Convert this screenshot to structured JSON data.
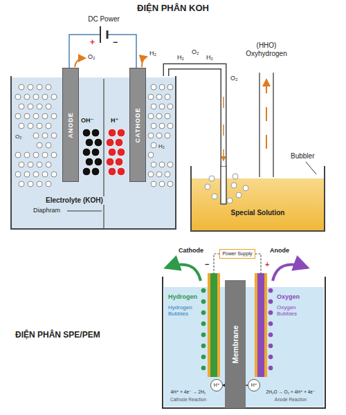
{
  "diagram": {
    "title": "ĐIỆN PHÂN KOH",
    "nodes": [
      {
        "text": [
          "Electrolyte (KOH)"
        ]
      },
      {
        "text": [
          "ANODE"
        ],
        "in": 0
      },
      {
        "text": [
          "CATHODE"
        ],
        "in": 0
      },
      {
        "text": [
          "Special Solution"
        ]
      },
      {
        "text": [
          "Power Supply"
        ]
      },
      {
        "text": [
          "Cathode"
        ]
      },
      {
        "text": [
          "Membrane"
        ]
      },
      {
        "text": [
          "Anode"
        ]
      },
      {
        "text": [
          "H⁺"
        ]
      },
      {
        "text": [
          "H⁺"
        ]
      }
    ],
    "edges": [
      {
        "from": 0,
        "to": 3,
        "arrow": "none"
      },
      {
        "from": 4,
        "to": 5,
        "arrow": "none"
      },
      {
        "from": 4,
        "to": 7,
        "arrow": "none"
      },
      {
        "from": 9,
        "to": 8,
        "arrow": "to"
      }
    ],
    "labels": [
      "DC Power",
      "+",
      "−",
      "O₂",
      "H₂",
      "H₂",
      "O₂",
      "H₂",
      "O₂",
      "(HHO) Oxyhydrogen",
      "Bubbler",
      "OH⁻",
      "H⁺",
      "O₂",
      "H₂",
      "Diaphram",
      "ĐIỆN PHÂN SPE/PEM",
      "−",
      "+",
      "Hydrogen",
      "Hydrogen Bubbles",
      "Oxygen",
      "Oxygen Bubbles",
      "4H⁺ + 4e⁻ → 2H₂",
      "Cathode Reaction",
      "2H₂O → O₂ + 4H⁺ + 4e⁻",
      "Anode Reaction"
    ]
  }
}
